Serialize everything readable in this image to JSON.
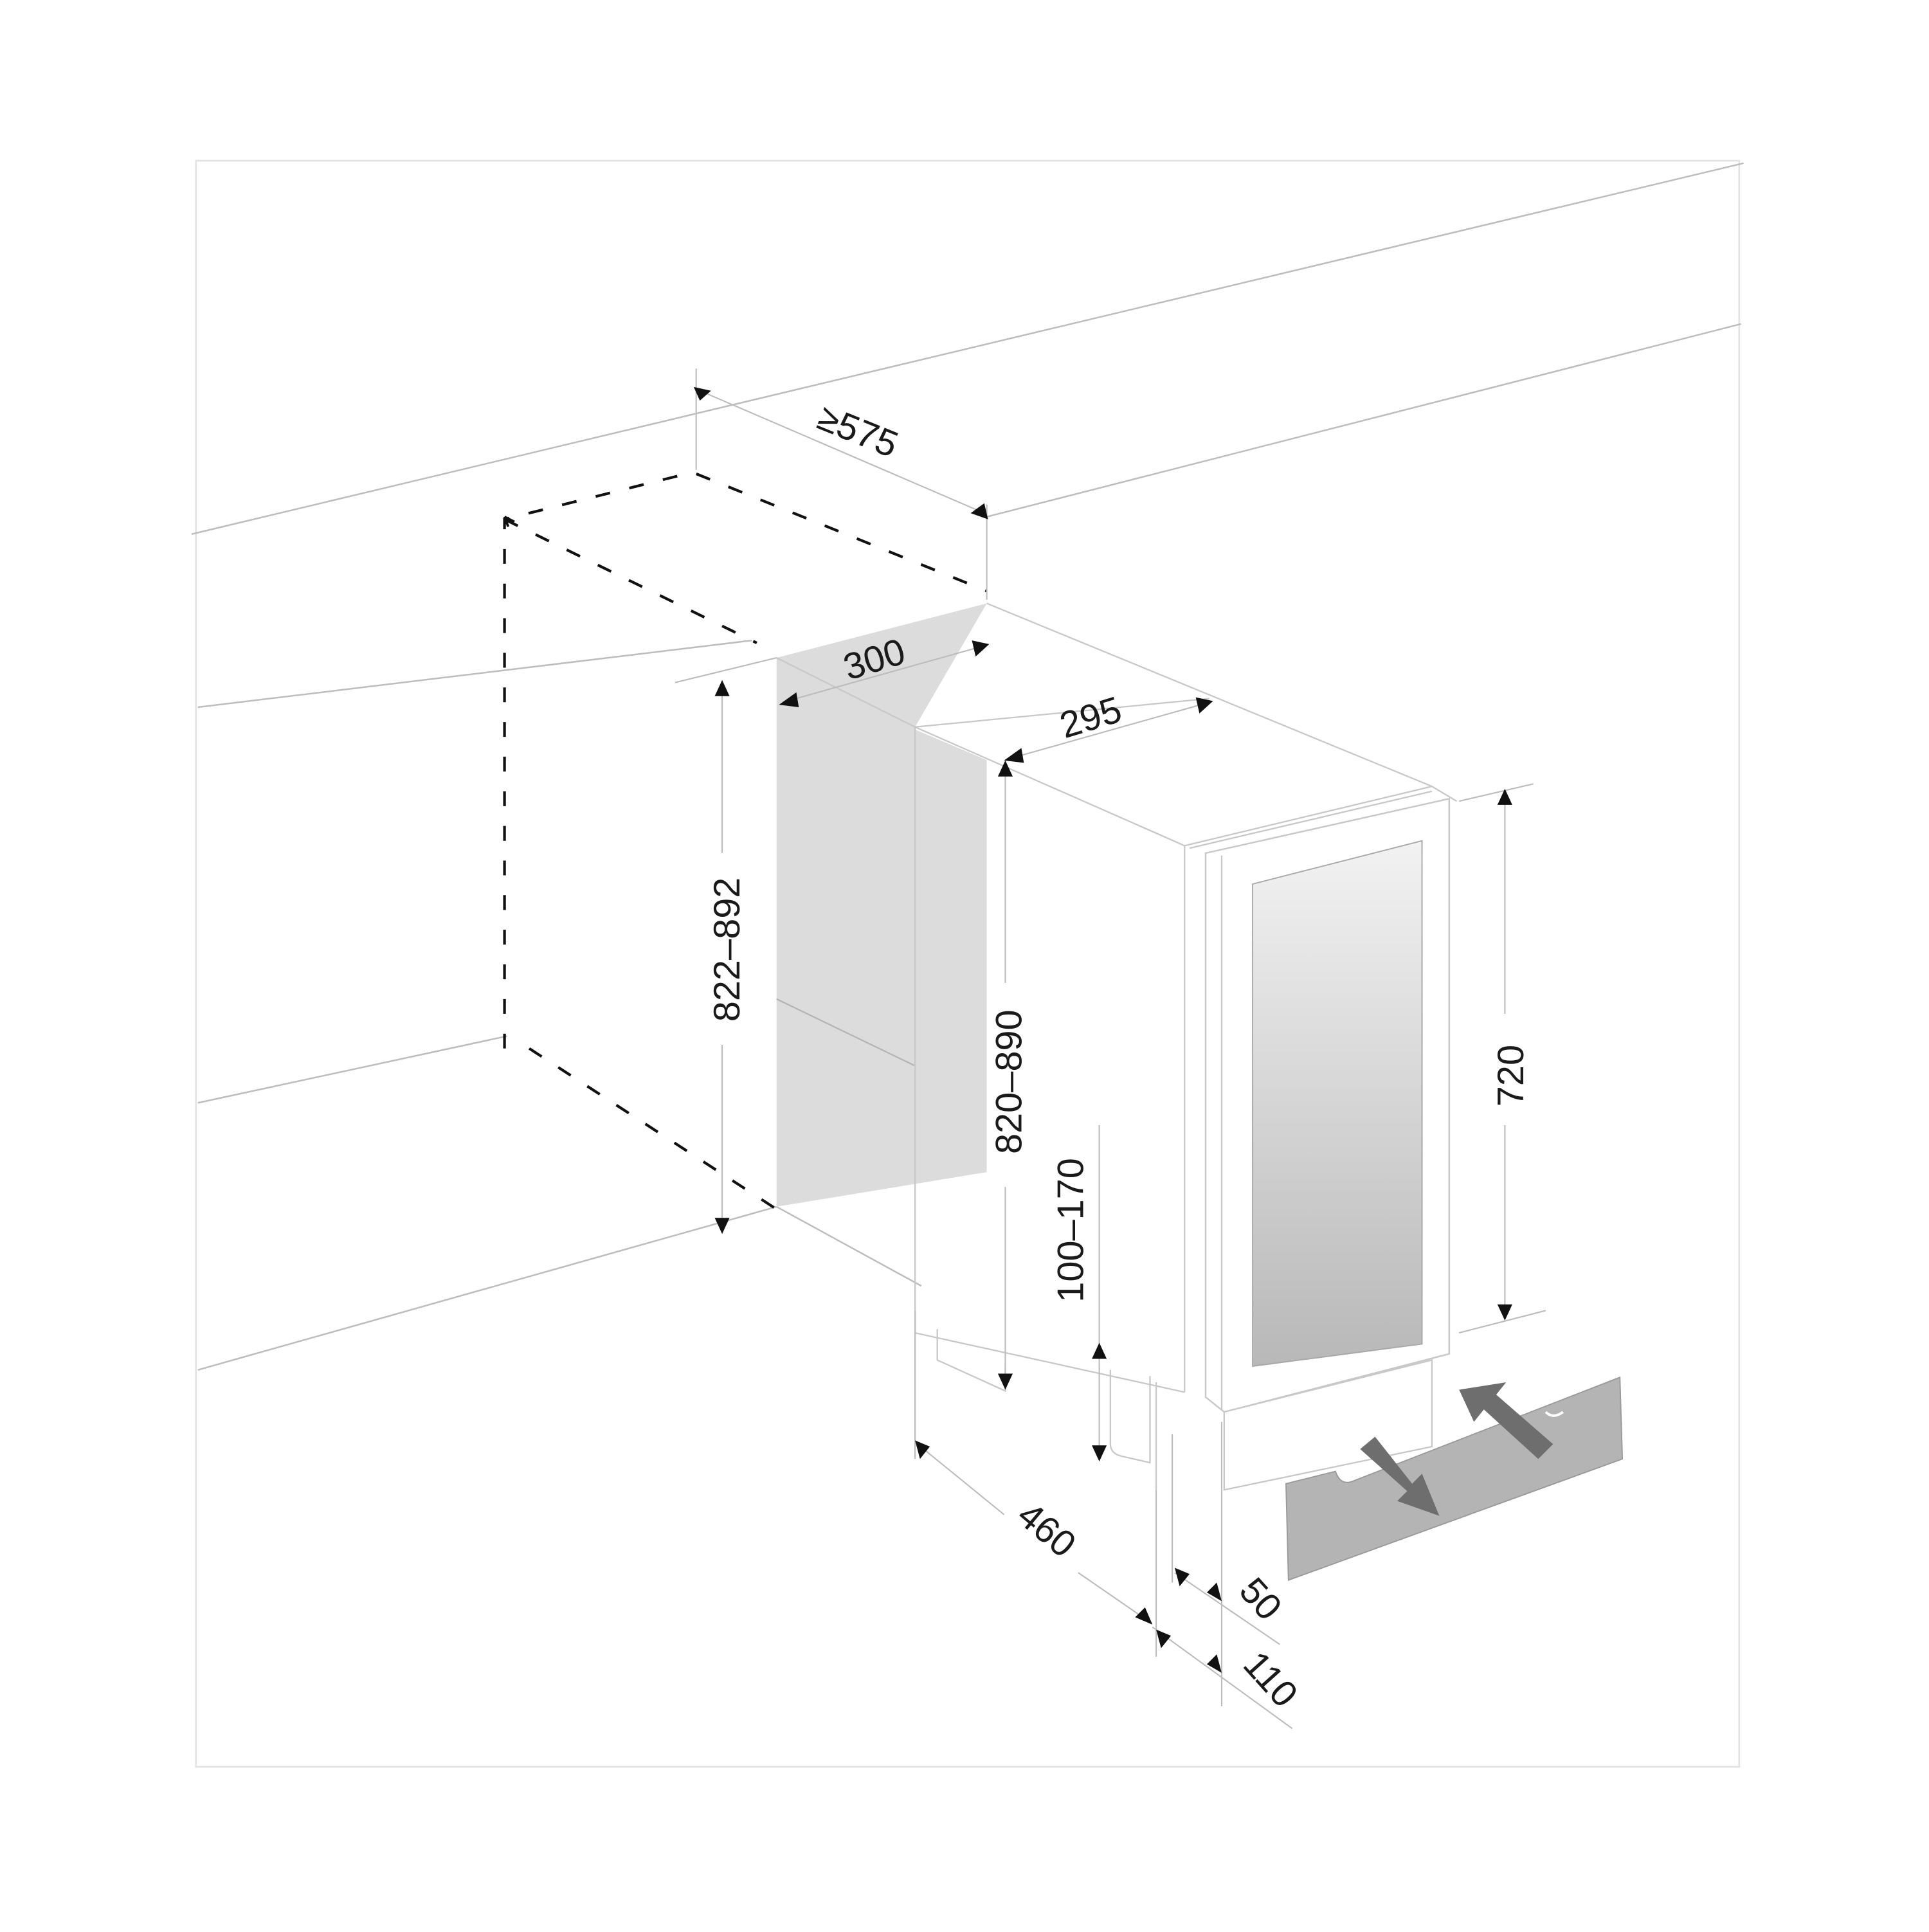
{
  "diagram": {
    "type": "installation-dimension-drawing",
    "subject": "built-in under-counter wine cooler, niche and plinth dimensions",
    "units": "mm",
    "colors": {
      "background": "#ffffff",
      "line": "#c8c8c8",
      "dash": "#111111",
      "side_panel": "#dcdcdc",
      "glass_top": "#f2f2f2",
      "glass_bottom": "#b8b8b8",
      "plinth": "#b4b4b4",
      "plinth_arrow": "#6e6e6e",
      "text": "#1a1a1a"
    },
    "dimensions": {
      "niche_depth": "≥575",
      "niche_width": "300",
      "appliance_width": "295",
      "niche_height": "822–892",
      "appliance_height": "820–890",
      "door_height": "720",
      "plinth_height": "100–170",
      "appliance_depth": "460",
      "plinth_recess": "50",
      "plinth_offset": "110"
    },
    "annotations": {
      "plinth_arrows": "plinth slide in / out direction"
    }
  }
}
